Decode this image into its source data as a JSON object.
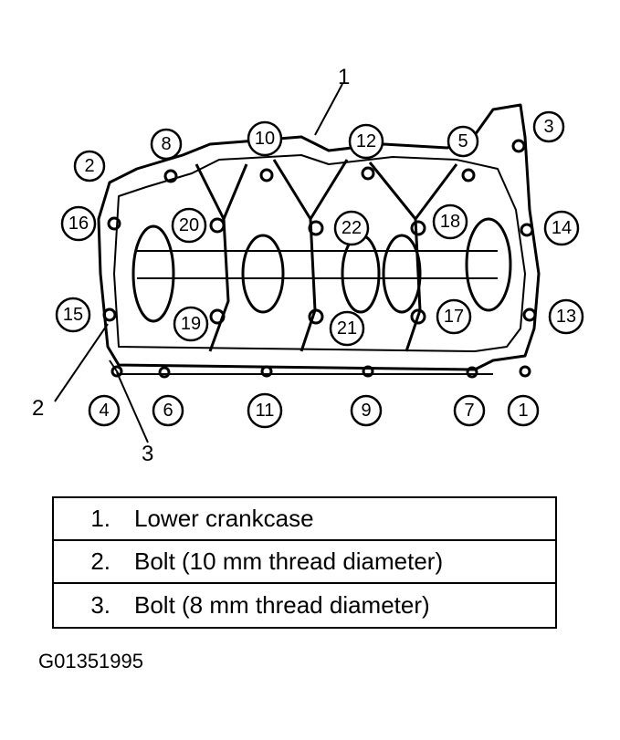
{
  "callouts": {
    "c1_top": "1",
    "c2_left": "2",
    "c3_bottom": "3"
  },
  "sequence_numbers": {
    "n1": "1",
    "n2": "2",
    "n3": "3",
    "n4": "4",
    "n5": "5",
    "n6": "6",
    "n7": "7",
    "n8": "8",
    "n9": "9",
    "n10": "10",
    "n11": "11",
    "n12": "12",
    "n13": "13",
    "n14": "14",
    "n15": "15",
    "n16": "16",
    "n17": "17",
    "n18": "18",
    "n19": "19",
    "n20": "20",
    "n21": "21",
    "n22": "22"
  },
  "legend": [
    {
      "num": "1.",
      "text": "Lower crankcase"
    },
    {
      "num": "2.",
      "text": "Bolt (10 mm thread diameter)"
    },
    {
      "num": "3.",
      "text": "Bolt (8 mm thread diameter)"
    }
  ],
  "figure_id": "G01351995"
}
